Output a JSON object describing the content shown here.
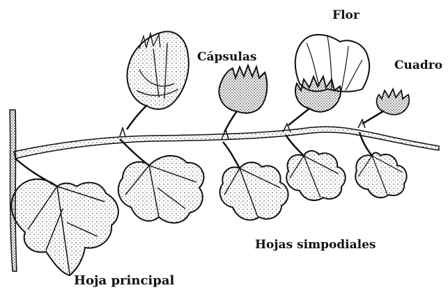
{
  "labels": {
    "flor": "Flor",
    "capsulas": "Cápsulas",
    "cuadro": "Cuadro",
    "hojas_simpodiales": "Hojas simpodiales",
    "hoja_principal": "Hoja principal"
  }
}
